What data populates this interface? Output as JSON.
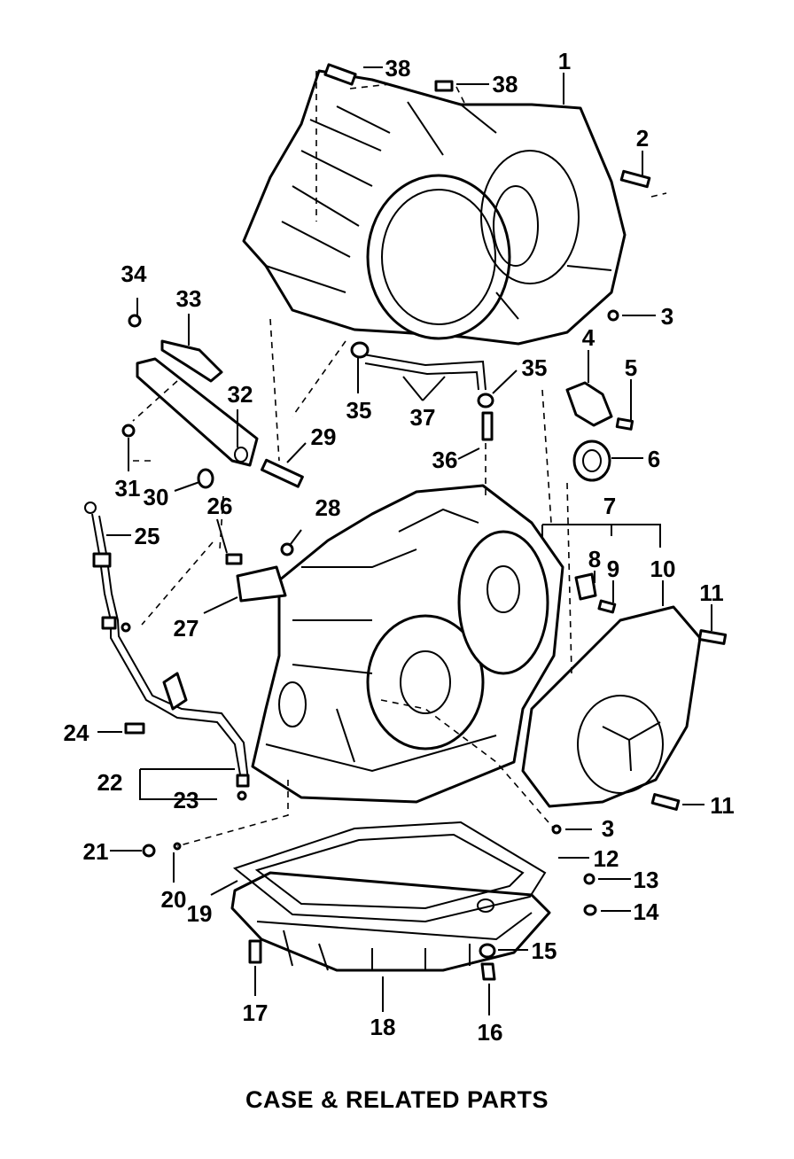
{
  "title": "CASE & RELATED PARTS",
  "callouts": [
    {
      "id": "c1",
      "text": "1"
    },
    {
      "id": "c2",
      "text": "2"
    },
    {
      "id": "c3a",
      "text": "3"
    },
    {
      "id": "c3b",
      "text": "3"
    },
    {
      "id": "c4",
      "text": "4"
    },
    {
      "id": "c5",
      "text": "5"
    },
    {
      "id": "c6",
      "text": "6"
    },
    {
      "id": "c7",
      "text": "7"
    },
    {
      "id": "c8",
      "text": "8"
    },
    {
      "id": "c9",
      "text": "9"
    },
    {
      "id": "c10",
      "text": "10"
    },
    {
      "id": "c11a",
      "text": "11"
    },
    {
      "id": "c11b",
      "text": "11"
    },
    {
      "id": "c12",
      "text": "12"
    },
    {
      "id": "c13",
      "text": "13"
    },
    {
      "id": "c14",
      "text": "14"
    },
    {
      "id": "c15",
      "text": "15"
    },
    {
      "id": "c16",
      "text": "16"
    },
    {
      "id": "c17",
      "text": "17"
    },
    {
      "id": "c18",
      "text": "18"
    },
    {
      "id": "c19",
      "text": "19"
    },
    {
      "id": "c20",
      "text": "20"
    },
    {
      "id": "c21",
      "text": "21"
    },
    {
      "id": "c22",
      "text": "22"
    },
    {
      "id": "c23",
      "text": "23"
    },
    {
      "id": "c24",
      "text": "24"
    },
    {
      "id": "c25",
      "text": "25"
    },
    {
      "id": "c26",
      "text": "26"
    },
    {
      "id": "c27",
      "text": "27"
    },
    {
      "id": "c28",
      "text": "28"
    },
    {
      "id": "c29",
      "text": "29"
    },
    {
      "id": "c30",
      "text": "30"
    },
    {
      "id": "c31",
      "text": "31"
    },
    {
      "id": "c32",
      "text": "32"
    },
    {
      "id": "c33",
      "text": "33"
    },
    {
      "id": "c34",
      "text": "34"
    },
    {
      "id": "c35a",
      "text": "35"
    },
    {
      "id": "c35b",
      "text": "35"
    },
    {
      "id": "c36",
      "text": "36"
    },
    {
      "id": "c37",
      "text": "37"
    },
    {
      "id": "c38a",
      "text": "38"
    },
    {
      "id": "c38b",
      "text": "38"
    }
  ]
}
